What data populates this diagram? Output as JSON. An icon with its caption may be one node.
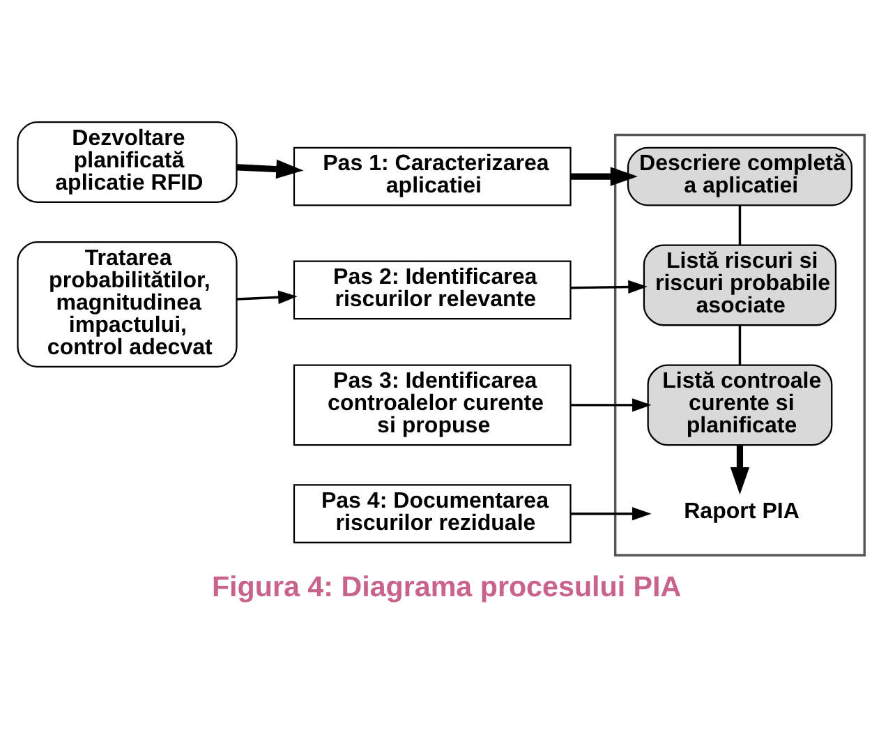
{
  "diagram": {
    "caption": "Figura 4: Diagrama procesului PIA",
    "nodes": [
      {
        "text": [
          "Dezvoltare planificată aplicatie RFID"
        ]
      },
      {
        "text": [
          "Tratarea probabilitătilor, magnitudinea impactului, control adecvat"
        ]
      },
      {
        "text": [
          "Pas 1: Caracterizarea aplicatiei"
        ]
      },
      {
        "text": [
          "Pas 2: Identificarea riscurilor relevante"
        ]
      },
      {
        "text": [
          "Pas 3: Identificarea controalelor curente si propuse"
        ]
      },
      {
        "text": [
          "Pas 4: Documentarea riscurilor reziduale"
        ]
      },
      {
        "text": [],
        "shape": "box"
      },
      {
        "text": [
          "Descriere completă a aplicatiei"
        ],
        "in": 6
      },
      {
        "text": [
          "Listă riscuri si riscuri probabile asociate"
        ],
        "in": 6
      },
      {
        "text": [
          "Listă controale curente si planificate"
        ],
        "in": 6
      },
      {
        "text": [
          "Raport PIA"
        ],
        "in": 6
      }
    ],
    "edges": [
      {
        "from": 0,
        "to": 2,
        "arrow": "to",
        "style": "thick"
      },
      {
        "from": 1,
        "to": 3,
        "arrow": "to"
      },
      {
        "from": 2,
        "to": 7,
        "arrow": "to",
        "style": "thick"
      },
      {
        "from": 3,
        "to": 8,
        "arrow": "to"
      },
      {
        "from": 4,
        "to": 9,
        "arrow": "to"
      },
      {
        "from": 5,
        "to": 10,
        "arrow": "to"
      },
      {
        "from": 7,
        "to": 8,
        "arrow": "none"
      },
      {
        "from": 8,
        "to": 9,
        "arrow": "none"
      },
      {
        "from": 9,
        "to": 10,
        "arrow": "to",
        "style": "thick"
      }
    ]
  }
}
